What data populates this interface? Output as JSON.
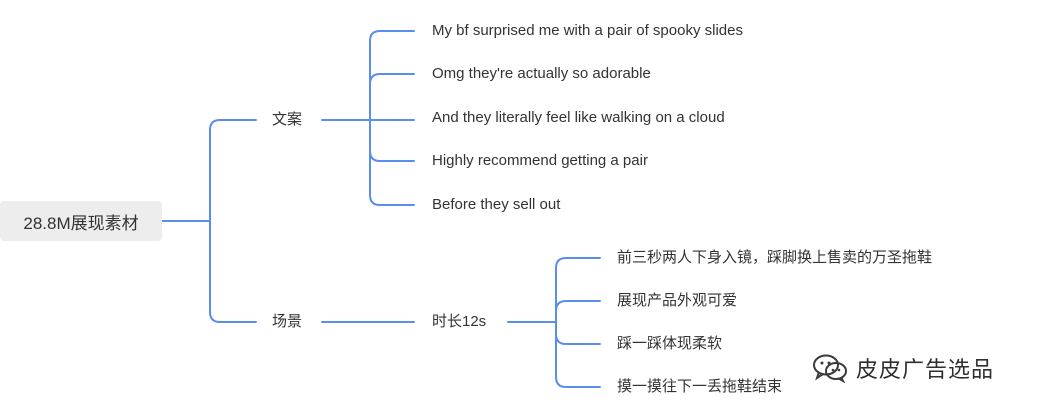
{
  "root": {
    "label": "28.8M展现素材"
  },
  "branches": {
    "copy": {
      "label": "文案",
      "items": [
        "My bf surprised me with a pair of spooky slides",
        "Omg they're actually so adorable",
        "And they literally feel like walking on a cloud",
        "Highly recommend getting a pair",
        "Before they sell out"
      ]
    },
    "scene": {
      "label": "场景",
      "duration": "时长12s",
      "items": [
        "前三秒两人下身入镜，踩脚换上售卖的万圣拖鞋",
        "展现产品外观可爱",
        "踩一踩体现柔软",
        "摸一摸往下一丢拖鞋结束"
      ]
    }
  },
  "watermark": {
    "text": "皮皮广告选品",
    "icon": "wechat-icon"
  },
  "colors": {
    "connector": "#5b8def",
    "root_bg": "#ededed"
  }
}
